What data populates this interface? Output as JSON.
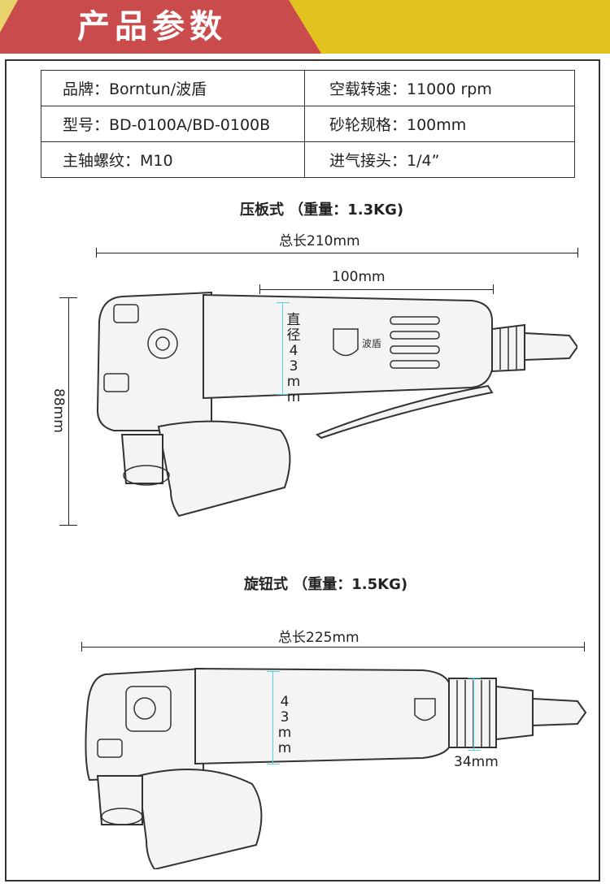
{
  "banner": {
    "title": "产品参数"
  },
  "specs": {
    "rows": [
      {
        "left": "品牌：Borntun/波盾",
        "right": "空载转速：11000 rpm"
      },
      {
        "left": "型号：BD-0100A/BD-0100B",
        "right": "砂轮规格：100mm"
      },
      {
        "left": "主轴螺纹：M10",
        "right": "进气接头：1/4”"
      }
    ]
  },
  "model_a": {
    "title": "压板式 （重量：1.3KG)",
    "total_length": "总长210mm",
    "section_length": "100mm",
    "height": "88mm",
    "diameter": "直径43mm",
    "brand_text": "波盾"
  },
  "model_b": {
    "title": "旋钮式 （重量：1.5KG)",
    "total_length": "总长225mm",
    "diameter": "43mm",
    "inlet": "34mm"
  },
  "colors": {
    "banner_red": "#c94b4b",
    "banner_yellow": "#e2c21f",
    "dimension_cyan": "#55d0e0"
  }
}
